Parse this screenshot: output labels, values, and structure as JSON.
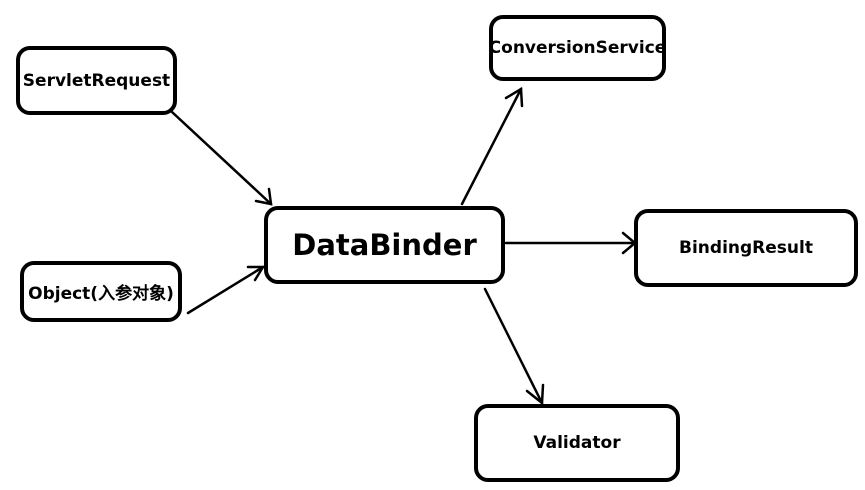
{
  "nodes": {
    "servlet_request": "ServletRequest",
    "object": "Object(入参对象)",
    "databinder": "DataBinder",
    "conversion_service": "ConversionService",
    "binding_result": "BindingResult",
    "validator": "Validator"
  },
  "edges": [
    {
      "from": "servlet_request",
      "to": "databinder"
    },
    {
      "from": "object",
      "to": "databinder"
    },
    {
      "from": "databinder",
      "to": "conversion_service"
    },
    {
      "from": "databinder",
      "to": "binding_result"
    },
    {
      "from": "databinder",
      "to": "validator"
    }
  ],
  "colors": {
    "stroke": "#000000",
    "background": "#ffffff"
  }
}
